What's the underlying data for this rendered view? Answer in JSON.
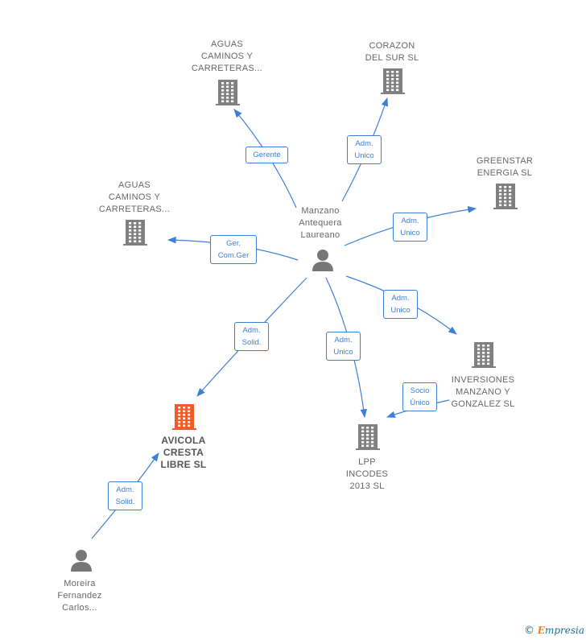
{
  "colors": {
    "edge": "#3d7fd6",
    "building": "#808080",
    "building_highlight": "#f05a28",
    "person": "#777777",
    "label": "#666666"
  },
  "nodes": [
    {
      "id": "aguas1",
      "type": "company",
      "icon": "building-icon",
      "lines": [
        "AGUAS",
        "CAMINOS Y",
        "CARRETERAS..."
      ]
    },
    {
      "id": "corazon",
      "type": "company",
      "icon": "building-icon",
      "lines": [
        "CORAZON",
        "DEL SUR  SL"
      ]
    },
    {
      "id": "greenstar",
      "type": "company",
      "icon": "building-icon",
      "lines": [
        "GREENSTAR",
        "ENERGIA  SL"
      ]
    },
    {
      "id": "aguas2",
      "type": "company",
      "icon": "building-icon",
      "lines": [
        "AGUAS",
        "CAMINOS Y",
        "CARRETERAS..."
      ]
    },
    {
      "id": "manzano",
      "type": "person",
      "icon": "person-icon",
      "lines": [
        "Manzano",
        "Antequera",
        "Laureano"
      ]
    },
    {
      "id": "inversiones",
      "type": "company",
      "icon": "building-icon",
      "lines": [
        "INVERSIONES",
        "MANZANO Y",
        "GONZALEZ SL"
      ]
    },
    {
      "id": "avicola",
      "type": "company",
      "icon": "building-icon",
      "highlight": true,
      "lines": [
        "AVICOLA",
        "CRESTA",
        "LIBRE  SL"
      ]
    },
    {
      "id": "lpp",
      "type": "company",
      "icon": "building-icon",
      "lines": [
        "LPP",
        "INCODES",
        "2013 SL"
      ]
    },
    {
      "id": "moreira",
      "type": "person",
      "icon": "person-icon",
      "lines": [
        "Moreira",
        "Fernandez",
        "Carlos..."
      ]
    }
  ],
  "edges": [
    {
      "id": "e1",
      "from": "manzano",
      "to": "aguas1",
      "lines": [
        "Gerente"
      ]
    },
    {
      "id": "e2",
      "from": "manzano",
      "to": "corazon",
      "lines": [
        "Adm.",
        "Unico"
      ]
    },
    {
      "id": "e3",
      "from": "manzano",
      "to": "greenstar",
      "lines": [
        "Adm.",
        "Unico"
      ]
    },
    {
      "id": "e4",
      "from": "manzano",
      "to": "aguas2",
      "lines": [
        "Ger.",
        "Com.Ger"
      ]
    },
    {
      "id": "e5",
      "from": "manzano",
      "to": "inversiones",
      "lines": [
        "Adm.",
        "Unico"
      ]
    },
    {
      "id": "e6",
      "from": "manzano",
      "to": "avicola",
      "lines": [
        "Adm.",
        "Solid."
      ]
    },
    {
      "id": "e7",
      "from": "manzano",
      "to": "lpp",
      "lines": [
        "Adm.",
        "Unico"
      ]
    },
    {
      "id": "e8",
      "from": "inversiones",
      "to": "lpp",
      "lines": [
        "Socio",
        "Único"
      ]
    },
    {
      "id": "e9",
      "from": "moreira",
      "to": "avicola",
      "lines": [
        "Adm.",
        "Solid."
      ]
    }
  ],
  "footer": {
    "copyright": "©",
    "brand_first": "E",
    "brand_rest": "mpresia"
  }
}
